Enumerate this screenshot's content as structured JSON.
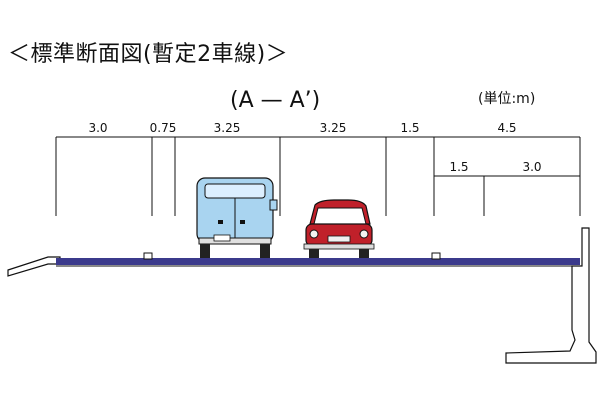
{
  "title": "＜標準断面図(暫定2車線)＞",
  "section_label": "(A — A’)",
  "unit_label": "(単位:m)",
  "dimensions_top": [
    "3.0",
    "0.75",
    "3.25",
    "3.25",
    "1.5",
    "4.5"
  ],
  "dimensions_sub": [
    "1.5",
    "3.0"
  ],
  "colors": {
    "road_surface": "#3b3a8c",
    "van_body": "#a9d4f0",
    "car_body": "#c0202a",
    "line": "#111111"
  },
  "icons": [
    "van-icon",
    "car-icon"
  ]
}
